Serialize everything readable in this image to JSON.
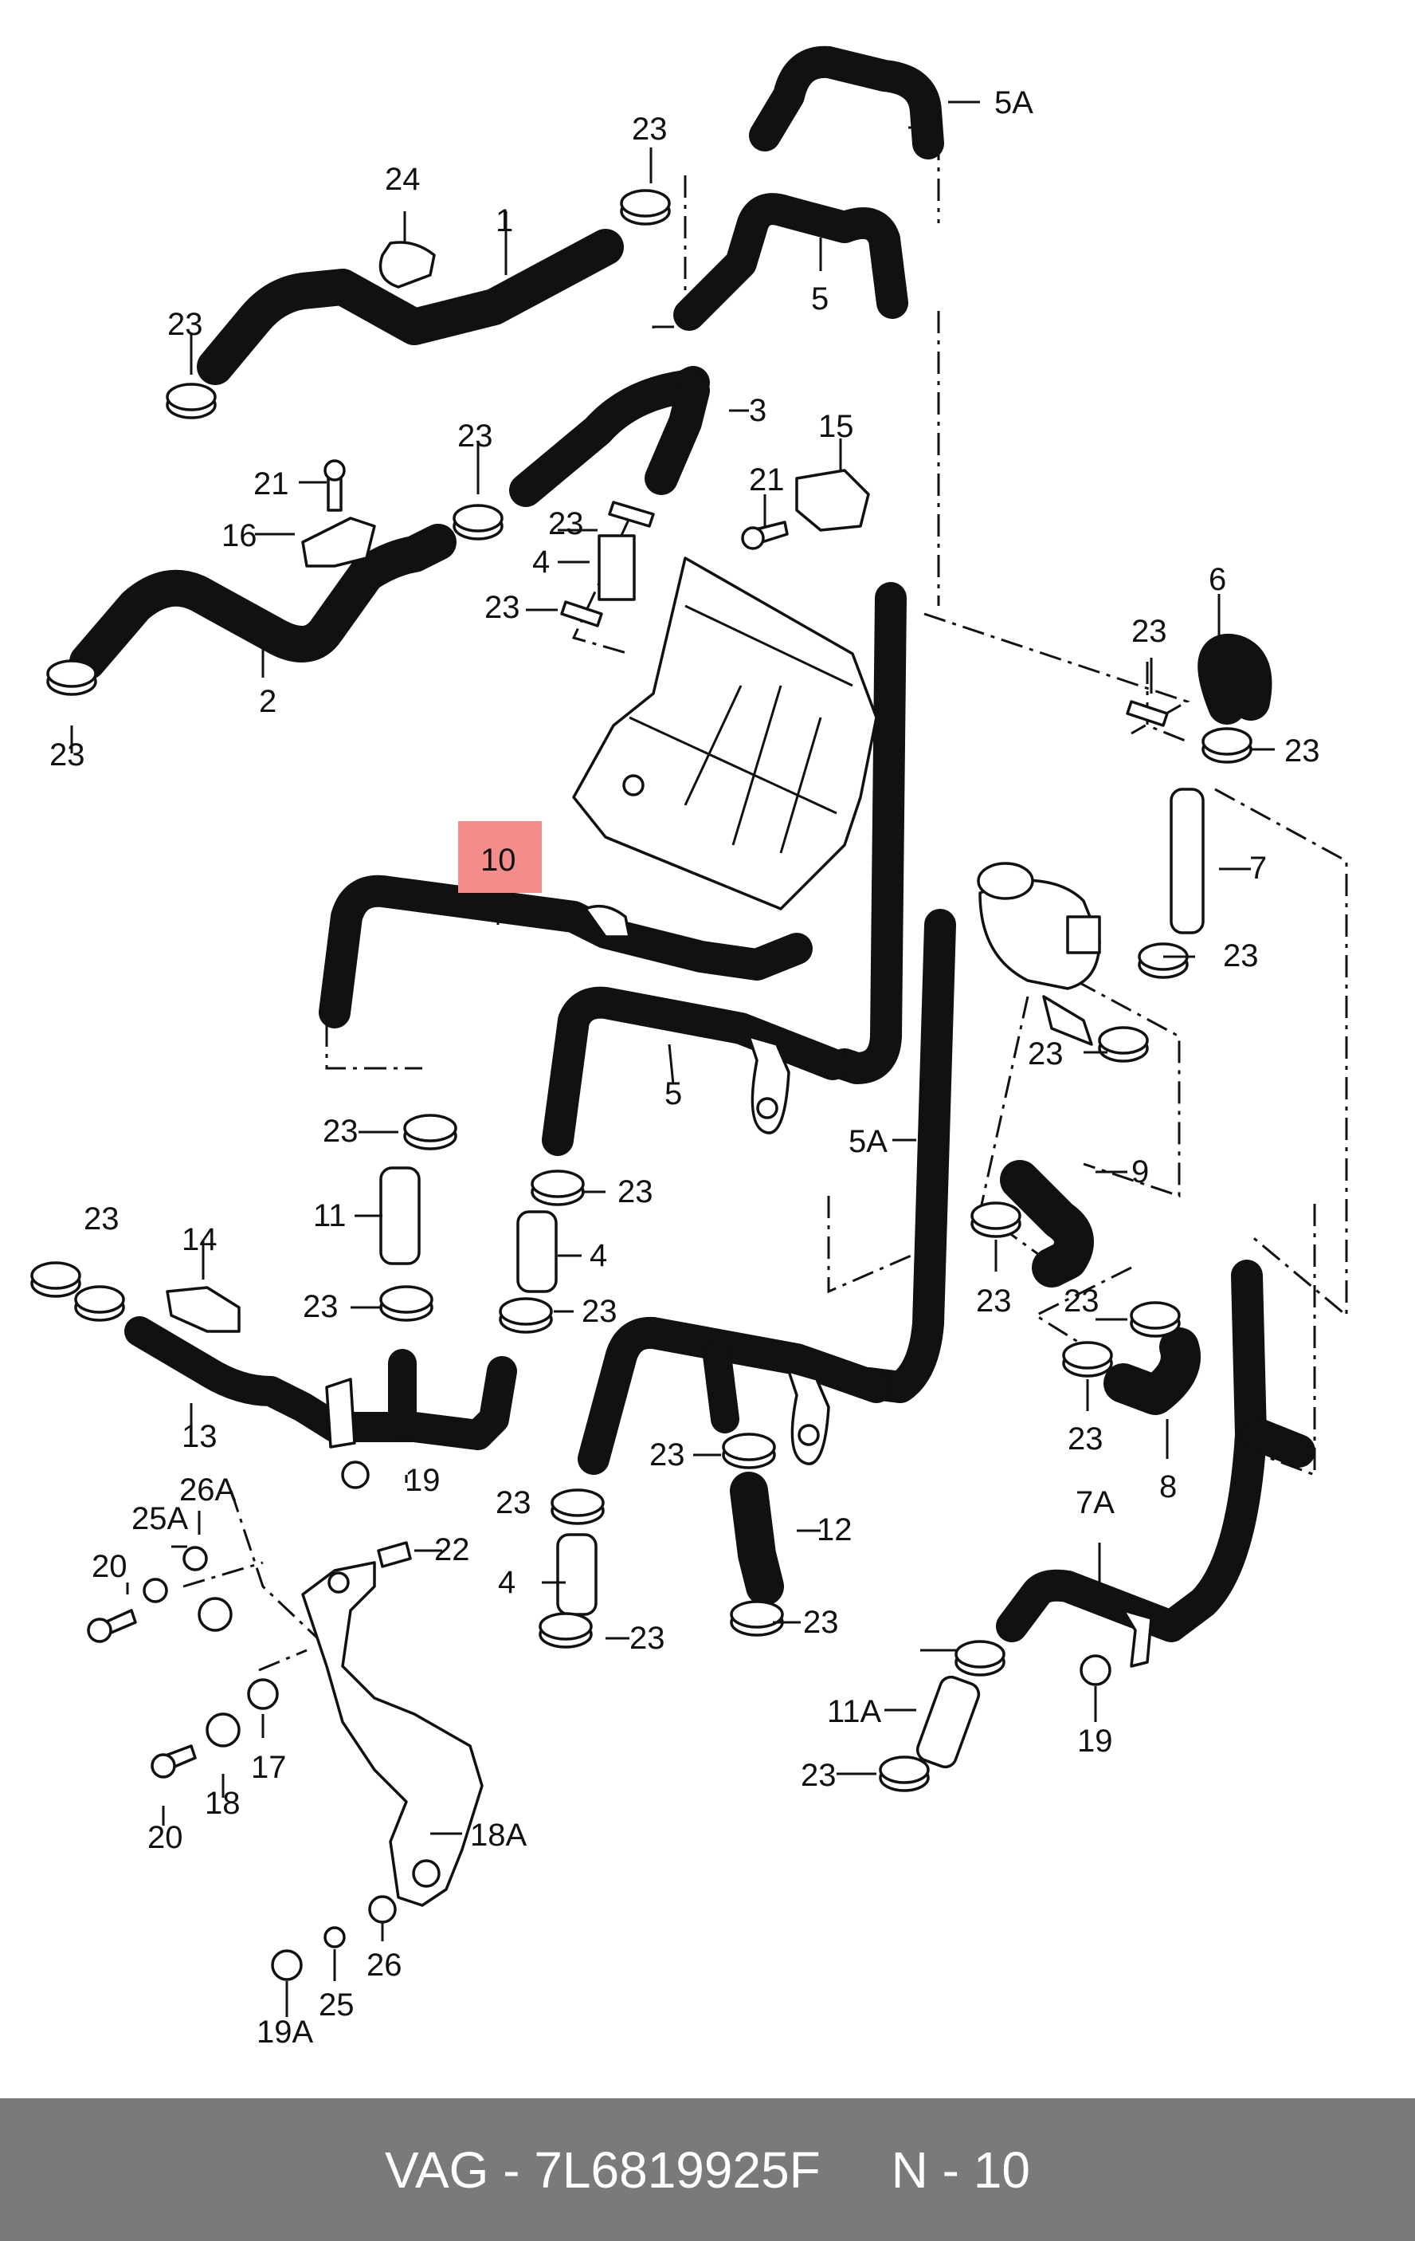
{
  "highlighted_part": "10",
  "labels": {
    "l_5A_top": "5A",
    "l_23_a": "23",
    "l_24": "24",
    "l_1": "1",
    "l_5_top": "5",
    "l_23_b": "23",
    "l_3": "3",
    "l_23_c": "23",
    "l_15": "15",
    "l_21_a": "21",
    "l_21_b": "21",
    "l_16": "16",
    "l_23_d": "23",
    "l_4_a": "4",
    "l_23_e": "23",
    "l_2": "2",
    "l_23_f": "23",
    "l_6": "6",
    "l_23_g": "23",
    "l_23_h": "23",
    "l_7": "7",
    "l_23_i": "23",
    "l_10": "10",
    "l_23_j": "23",
    "l_5_mid": "5",
    "l_23_k": "23",
    "l_5A_mid": "5A",
    "l_9": "9",
    "l_11": "11",
    "l_23_l": "23",
    "l_4_b": "4",
    "l_23_m": "23",
    "l_14": "14",
    "l_23_n": "23",
    "l_23_o": "23",
    "l_23_p": "23",
    "l_23_q": "23",
    "l_13": "13",
    "l_19_a": "19",
    "l_23_r": "23",
    "l_8": "8",
    "l_23_s": "23",
    "l_12": "12",
    "l_26A": "26A",
    "l_25A": "25A",
    "l_22": "22",
    "l_20_a": "20",
    "l_4_c": "4",
    "l_23_t": "23",
    "l_23_u": "23",
    "l_7A": "7A",
    "l_17": "17",
    "l_18": "18",
    "l_20_b": "20",
    "l_23_v": "23",
    "l_11A": "11A",
    "l_19_b": "19",
    "l_23_w": "23",
    "l_18A": "18A",
    "l_26": "26",
    "l_25": "25",
    "l_19A": "19A"
  },
  "footer": {
    "brand": "VAG",
    "part_number": "7L6819925F",
    "position": "N - 10"
  }
}
